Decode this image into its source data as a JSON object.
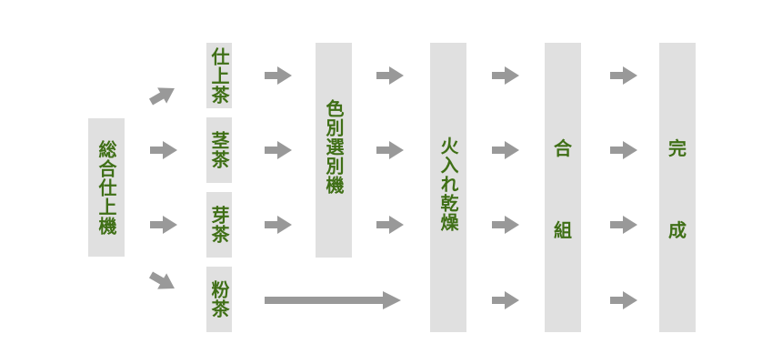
{
  "nodes": {
    "sougou_shiage_ki": "総合仕上機",
    "shiage_cha": "仕上茶",
    "kuki_cha": "茎茶",
    "me_cha": "芽茶",
    "kona_cha": "粉茶",
    "shikibetsu_senbetsu_ki": "色別選別機",
    "hiire_kansou": "火入れ乾燥",
    "gougumi": [
      "合",
      "組"
    ],
    "kansei": [
      "完",
      "成"
    ]
  },
  "colors": {
    "box_fill": "#e0e0e0",
    "text": "#3f6f16",
    "arrow": "#999999"
  }
}
